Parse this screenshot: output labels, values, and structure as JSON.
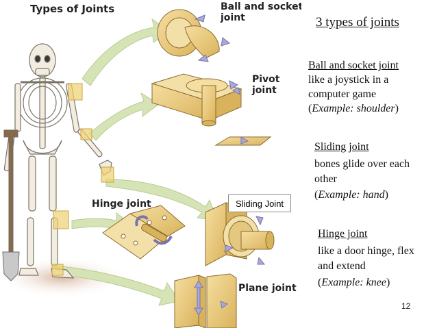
{
  "illustration": {
    "title": "Types of Joints",
    "labels": {
      "ball_socket": [
        "Ball and socket",
        "joint"
      ],
      "pivot": [
        "Pivot",
        "joint"
      ],
      "hinge": "Hinge joint",
      "plane": "Plane joint"
    },
    "sliding_box_label": "Sliding Joint"
  },
  "slide": {
    "heading": "3 types of joints",
    "ball_socket": {
      "title": "Ball and socket joint",
      "desc": [
        "like a joystick in a",
        "computer game"
      ],
      "example": "(Example: shoulder)"
    },
    "sliding": {
      "title": "Sliding joint",
      "desc": [
        "bones glide over each",
        "other"
      ],
      "example": "(Example: hand)"
    },
    "hinge": {
      "title": "Hinge joint",
      "desc": [
        "like a door hinge, flex",
        "and extend"
      ],
      "example": "(Example: knee)"
    },
    "page_number": "12"
  },
  "colors": {
    "bone": "#f2ede0",
    "joint_wood": "#e8c97a",
    "arrow_green": "#d5e3b5",
    "highlight_box": "#f0d070"
  }
}
